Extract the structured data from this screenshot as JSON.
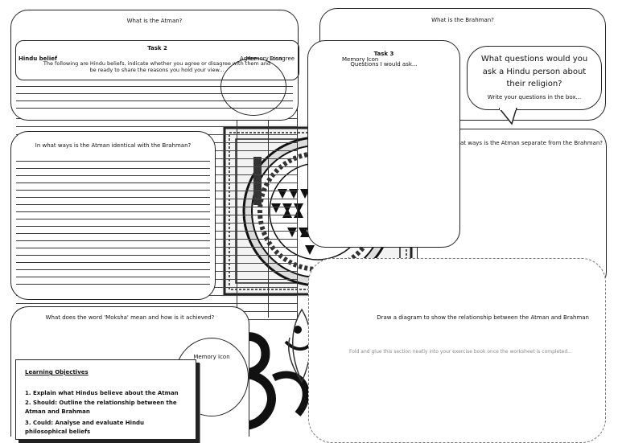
{
  "atman_box": {
    "title": "What is the Atman?"
  },
  "brahman_box": {
    "title": "What is the Brahman?"
  },
  "task2": {
    "title": "Task 2",
    "col_belief": "Hindu belief",
    "col_agree": "Agree",
    "col_disagree": "Disagree",
    "memory_icon_label": "Memory Icon",
    "instructions": "The following are Hindu beliefs, indicate whether you agree or disagree with them and be ready to share the reasons you hold your view..."
  },
  "task3": {
    "title": "Task 3",
    "memory_icon_label": "Memory Icon",
    "subtitle": "Questions I would ask..."
  },
  "speech_bubble": {
    "question": "What questions would you ask a Hindu person about their religion?",
    "instruction": "Write your questions in the box..."
  },
  "identical_box": {
    "title": "In what ways is the Atman identical with the Brahman?"
  },
  "separate_box": {
    "title": "In what ways is the Atman separate from the Brahman?"
  },
  "moksha_box": {
    "title": "What does the word 'Moksha' mean and how is it achieved?"
  },
  "memory_icon_bottom": {
    "label": "Memory Icon"
  },
  "diagram_box": {
    "title": "Draw a diagram to show the relationship between the Atman and Brahman",
    "note": "Fold and glue this section neatly into your exercise book once the worksheet is completed..."
  },
  "learning_objectives": {
    "heading": "Learning Objectives",
    "items": [
      "1.  Explain what Hindus believe about the Atman",
      "2. Should: Outline the relationship between the Atman and Brahman",
      "3. Could: Analyse and evaluate Hindu philosophical beliefs"
    ]
  }
}
